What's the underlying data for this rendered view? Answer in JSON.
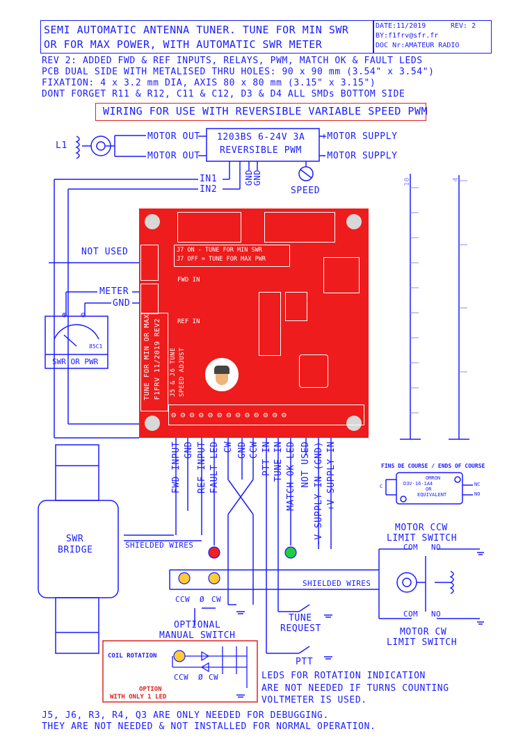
{
  "header": {
    "title_line1": "SEMI AUTOMATIC ANTENNA TUNER. TUNE FOR MIN SWR",
    "title_line2": "OR FOR MAX POWER, WITH AUTOMATIC SWR METER",
    "date": "DATE:11/2019",
    "rev": "REV: 2",
    "by": "BY:f1frv@sfr.fr",
    "doc": "DOC Nr:AMATEUR RADIO"
  },
  "notes": [
    "REV 2: ADDED FWD & REF INPUTS, RELAYS, PWM, MATCH OK & FAULT LEDS",
    "PCB DUAL SIDE WITH METALISED THRU HOLES: 90 x 90 mm  (3.54\" x 3.54\")",
    "FIXATION: 4 x 3.2 mm DIA, AXIS 80 x 80 mm (3.15\" x 3.15\")",
    "DONT FORGET R11 & R12, C11 & C12, D3 & D4    ALL SMDs BOTTOM SIDE"
  ],
  "wiring_title": "WIRING FOR USE WITH REVERSIBLE VARIABLE SPEED PWM",
  "pwm": {
    "line1": "1203BS 6-24V 3A",
    "line2": "REVERSIBLE PWM",
    "motor_out_1": "MOTOR OUT",
    "motor_out_2": "MOTOR OUT",
    "motor_supply_plus": "+MOTOR SUPPLY",
    "motor_supply_minus": "-MOTOR SUPPLY",
    "in1": "IN1",
    "in2": "IN2",
    "gnd1": "GND",
    "gnd2": "GND",
    "speed": "SPEED",
    "l1": "L1"
  },
  "left_labels": {
    "not_used": "NOT USED",
    "meter": "METER",
    "gnd": "GND",
    "swr_or_pwr": "SWR OR PWR",
    "meter_model": "85C1"
  },
  "pcb": {
    "j7_on": "J7 ON  - TUNE FOR MIN SWR",
    "j7_off": "J7 OFF = TUNE FOR MAX PWR",
    "fwd_in": "FWD IN",
    "ref_in": "REF IN",
    "side_text_1": "TUNE FOR MIN OR MAX",
    "side_text_2": "F1FRV 11/2019 REV2",
    "j5_text_1": "J5 & J6 TUNE",
    "j5_text_2": "SPEED ADJUST",
    "color": "#ee1c1c"
  },
  "ruler": {
    "cm_label": "10",
    "in_label": "4",
    "cm_ticks": [
      "1",
      "2",
      "3",
      "4",
      "5",
      "6",
      "7",
      "8",
      "9",
      "10"
    ],
    "in_ticks": [
      "1",
      "2",
      "3",
      "4"
    ]
  },
  "connector_labels": [
    "FWD INPUT",
    "GND",
    "REF INPUT",
    "FAULT LED",
    "CW",
    "GND",
    "CCW",
    "PTT IN",
    "TUNE IN",
    "MATCH OK LED",
    "NOT USED",
    "-V SUPPLY IN (GND)",
    "+V SUPPLY IN"
  ],
  "bottom": {
    "swr_bridge": "SWR\nBRIDGE",
    "swr_bridge_l1": "SWR",
    "swr_bridge_l2": "BRIDGE",
    "shielded_1": "SHIELDED WIRES",
    "shielded_2": "SHIELDED WIRES",
    "manual_ccw": "CCW",
    "manual_zero": "Ø",
    "manual_cw": "CW",
    "optional_l1": "OPTIONAL",
    "optional_l2": "MANUAL SWITCH",
    "tune_l1": "TUNE",
    "tune_l2": "REQUEST",
    "ptt": "PTT",
    "coil_rotation": "COIL ROTATION",
    "option_l1": "OPTION",
    "option_l2": "WITH ONLY 1 LED",
    "opt_ccw": "CCW",
    "opt_zero": "Ø",
    "opt_cw": "CW",
    "leds_note_1": "LEDS FOR ROTATION INDICATION",
    "leds_note_2": "ARE NOT NEEDED IF TURNS COUNTING",
    "leds_note_3": "VOLTMETER IS USED.",
    "footer_1": "J5, J6, R3, R4, Q3  ARE ONLY NEEDED FOR DEBUGGING.",
    "footer_2": "THEY ARE NOT NEEDED & NOT INSTALLED FOR NORMAL OPERATION."
  },
  "limit_switch": {
    "ends_title": "FINS DE COURSE / ENDS OF COURSE",
    "omron": "OMRON",
    "model": "D3V-16-1A4",
    "or": "OR",
    "equivalent": "EQUIVALENT",
    "nc": "NC",
    "no": "NO",
    "com": "C",
    "ccw_l1": "MOTOR CCW",
    "ccw_l2": "LIMIT SWITCH",
    "cw_l1": "MOTOR CW",
    "cw_l2": "LIMIT SWITCH",
    "com_top": "COM",
    "no_top": "NO",
    "com_bot": "COM",
    "no_bot": "NO"
  },
  "colors": {
    "ink": "#1a1aff",
    "pcb_red": "#ee1c1c",
    "led_green": "#22cc44",
    "led_red": "#ee2222",
    "led_amber": "#ffcc33"
  }
}
